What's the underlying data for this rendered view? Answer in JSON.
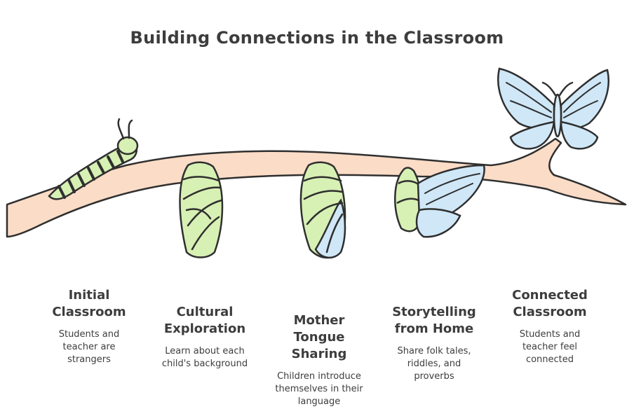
{
  "title": "Building Connections in the Classroom",
  "colors": {
    "branch_fill": "#fbdcc6",
    "green": "#d7f0b4",
    "blue": "#cfe7f7",
    "ink": "#2f2f2f"
  },
  "stages": [
    {
      "title": "Initial\nClassroom",
      "description": "Students and\nteacher are\nstrangers",
      "icon": "caterpillar-icon"
    },
    {
      "title": "Cultural\nExploration",
      "description": "Learn about each\nchild's background",
      "icon": "chrysalis-icon"
    },
    {
      "title": "Mother\nTongue\nSharing",
      "description": "Children introduce\nthemselves in their\nlanguage",
      "icon": "chrysalis-emerging-icon"
    },
    {
      "title": "Storytelling\nfrom Home",
      "description": "Share folk tales,\nriddles, and\nproverbs",
      "icon": "butterfly-emerging-icon"
    },
    {
      "title": "Connected\nClassroom",
      "description": "Students and\nteacher feel\nconnected",
      "icon": "butterfly-icon"
    }
  ]
}
